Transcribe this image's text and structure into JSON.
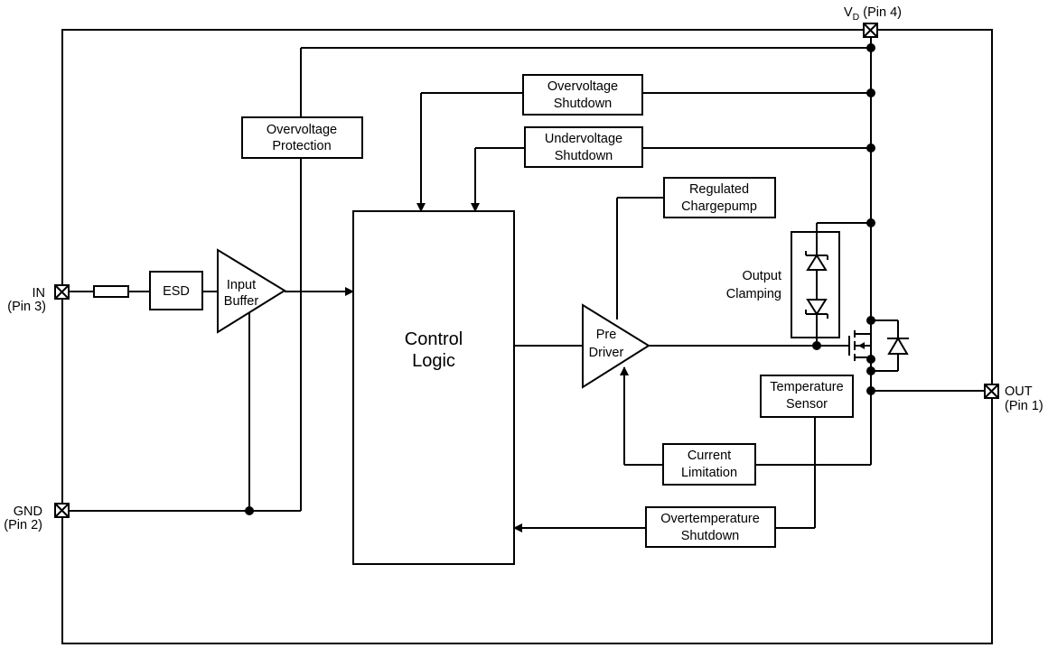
{
  "pins": {
    "vd": {
      "main": "V",
      "sub": "D",
      "pin": " (Pin 4)"
    },
    "in": {
      "name": "IN",
      "pin": "(Pin 3)"
    },
    "gnd": {
      "name": "GND",
      "pin": "(Pin 2)"
    },
    "out": {
      "name": "OUT",
      "pin": "(Pin 1)"
    }
  },
  "blocks": {
    "overvoltage_protection": [
      "Overvoltage",
      "Protection"
    ],
    "esd": "ESD",
    "input_buffer": [
      "Input",
      "Buffer"
    ],
    "control_logic": [
      "Control",
      "Logic"
    ],
    "overvoltage_shutdown": [
      "Overvoltage",
      "Shutdown"
    ],
    "undervoltage_shutdown": [
      "Undervoltage",
      "Shutdown"
    ],
    "regulated_chargepump": [
      "Regulated",
      "Chargepump"
    ],
    "pre_driver": [
      "Pre",
      "Driver"
    ],
    "output_clamping": [
      "Output",
      "Clamping"
    ],
    "temperature_sensor": [
      "Temperature",
      "Sensor"
    ],
    "current_limitation": [
      "Current",
      "Limitation"
    ],
    "overtemperature_shutdown": [
      "Overtemperature",
      "Shutdown"
    ]
  }
}
